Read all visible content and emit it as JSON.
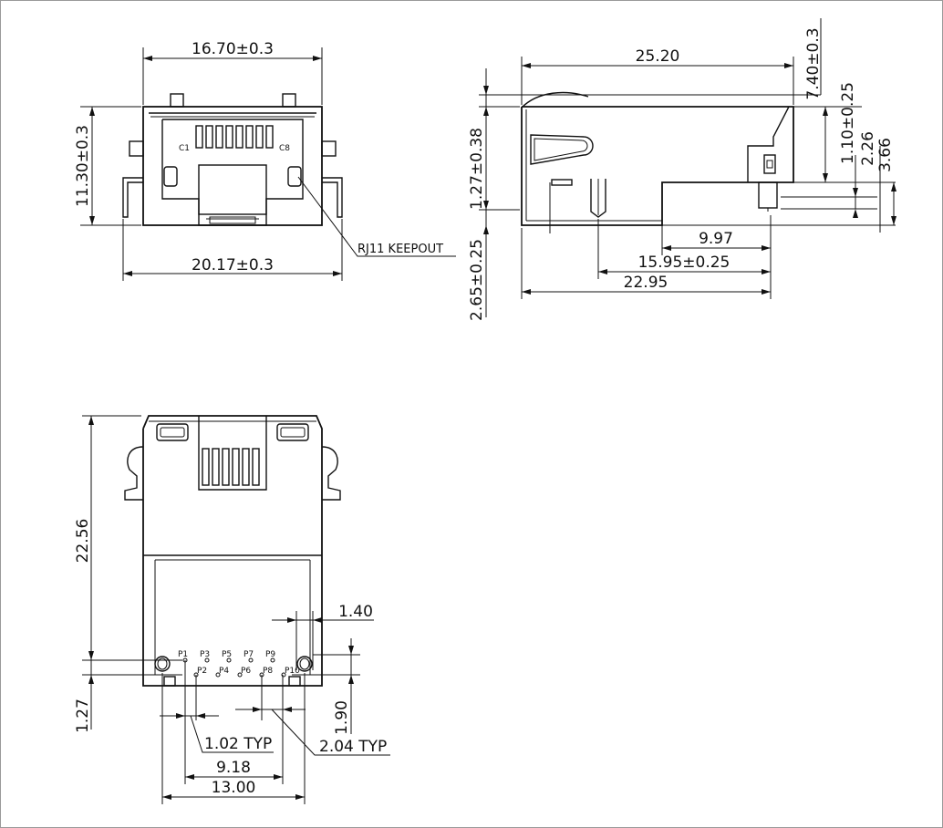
{
  "front_view": {
    "width_top": "16.70±0.3",
    "height": "11.30±0.3",
    "width_bottom": "20.17±0.3",
    "pin_first": "C1",
    "pin_last": "C8",
    "callout": "RJ11 KEEPOUT"
  },
  "side_view": {
    "length_top": "25.20",
    "height_total": "7.40±0.3",
    "d_110": "1.10±0.25",
    "d_226": "2.26",
    "d_366": "3.66",
    "d_127": "1.27±0.38",
    "d_265": "2.65±0.25",
    "d_997": "9.97",
    "d_1595": "15.95±0.25",
    "d_2295": "22.95"
  },
  "bottom_view": {
    "depth": "22.56",
    "d_140": "1.40",
    "d_127": "1.27",
    "d_190": "1.90",
    "pitch": "1.02 TYP",
    "row_pitch": "2.04 TYP",
    "span_918": "9.18",
    "span_1300": "13.00",
    "pins_top": [
      "P1",
      "P3",
      "P5",
      "P7",
      "P9"
    ],
    "pins_bottom": [
      "P2",
      "P4",
      "P6",
      "P8",
      "P10"
    ]
  }
}
